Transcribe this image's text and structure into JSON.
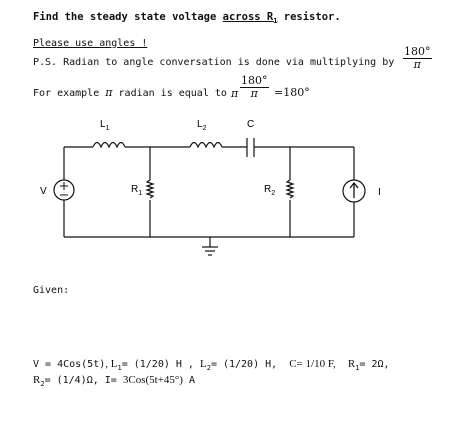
{
  "header": {
    "title_prefix": "Find the steady state voltage ",
    "title_underlined": "across R",
    "title_sub": "1",
    "title_suffix": " resistor."
  },
  "notes": {
    "angles_note": "Please use angles !",
    "ps_text": "P.S. Radian to angle conversation is done via multiplying by",
    "ps_frac_num": "180°",
    "ps_frac_den": "π",
    "example_text": "For example",
    "example_pi": "π",
    "example_mid": "radian is equal to",
    "example_pi2": "π",
    "example_frac_num": "180°",
    "example_frac_den": "π",
    "example_result": "=180°"
  },
  "circuit": {
    "labels": {
      "L1": "L",
      "L1_sub": "1",
      "L2": "L",
      "L2_sub": "2",
      "C": "C",
      "V": "V",
      "R1": "R",
      "R1_sub": "1",
      "R2": "R",
      "R2_sub": "2",
      "I": "I"
    }
  },
  "given": {
    "label": "Given:",
    "line1_v": "V = 4Cos(5t)",
    "line1_l1_label": ", L",
    "line1_l1_sub": "1",
    "line1_l1_value": "= (1/20) H ,",
    "line1_l2_label": "L",
    "line1_l2_sub": "2",
    "line1_l2_value": "= (1/20) H,",
    "line1_c": "C= 1/10 F,",
    "line1_r1_label": "R",
    "line1_r1_sub": "1",
    "line1_r1_value": "= 2Ω,",
    "line2_r2_label": "R",
    "line2_r2_sub": "2",
    "line2_r2_value": "= (1/4)Ω,",
    "line2_i_label": "I=",
    "line2_i_value": "3Cos(5t+45°)",
    "line2_i_unit": "A"
  }
}
